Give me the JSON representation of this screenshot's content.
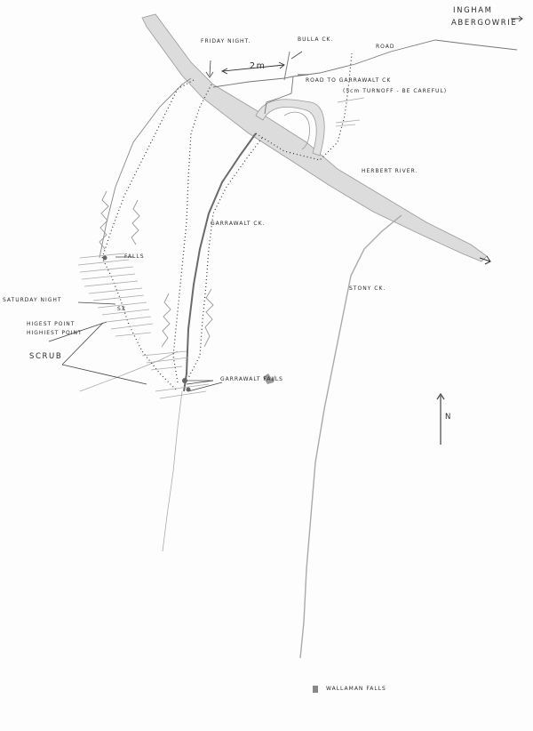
{
  "map": {
    "labels": {
      "ingham": "INGHAM",
      "abergowrie": "ABERGOWRIE",
      "road": "ROAD",
      "friday_night": "FRIDAY NIGHT.",
      "bulla_ck": "BULLA CK.",
      "distance": "2m",
      "road_to_garrawalt": "ROAD TO GARRAWALT CK",
      "turnoff_note": "(5cm TURNOFF - BE CAREFUL)",
      "herbert_river": "HERBERT RIVER.",
      "garrawalt_ck": "GARRAWALT CK.",
      "falls": "FALLS",
      "saturday_night": "SATURDAY NIGHT",
      "sx": "SX",
      "highest_point_1": "HIGEST POINT",
      "highest_point_2": "HIGHIEST POINT",
      "scrub": "SCRUB",
      "garrawalt_falls": "GARRAWALT FALLS",
      "stony_ck": "STONY CK.",
      "north": "N",
      "wallaman_falls": "WALLAMAN FALLS"
    },
    "colors": {
      "ink": "#2a2a2a",
      "river_fill": "#d9d9d9",
      "river_edge": "#9a9a9a",
      "pencil": "#8a8a8a"
    }
  }
}
